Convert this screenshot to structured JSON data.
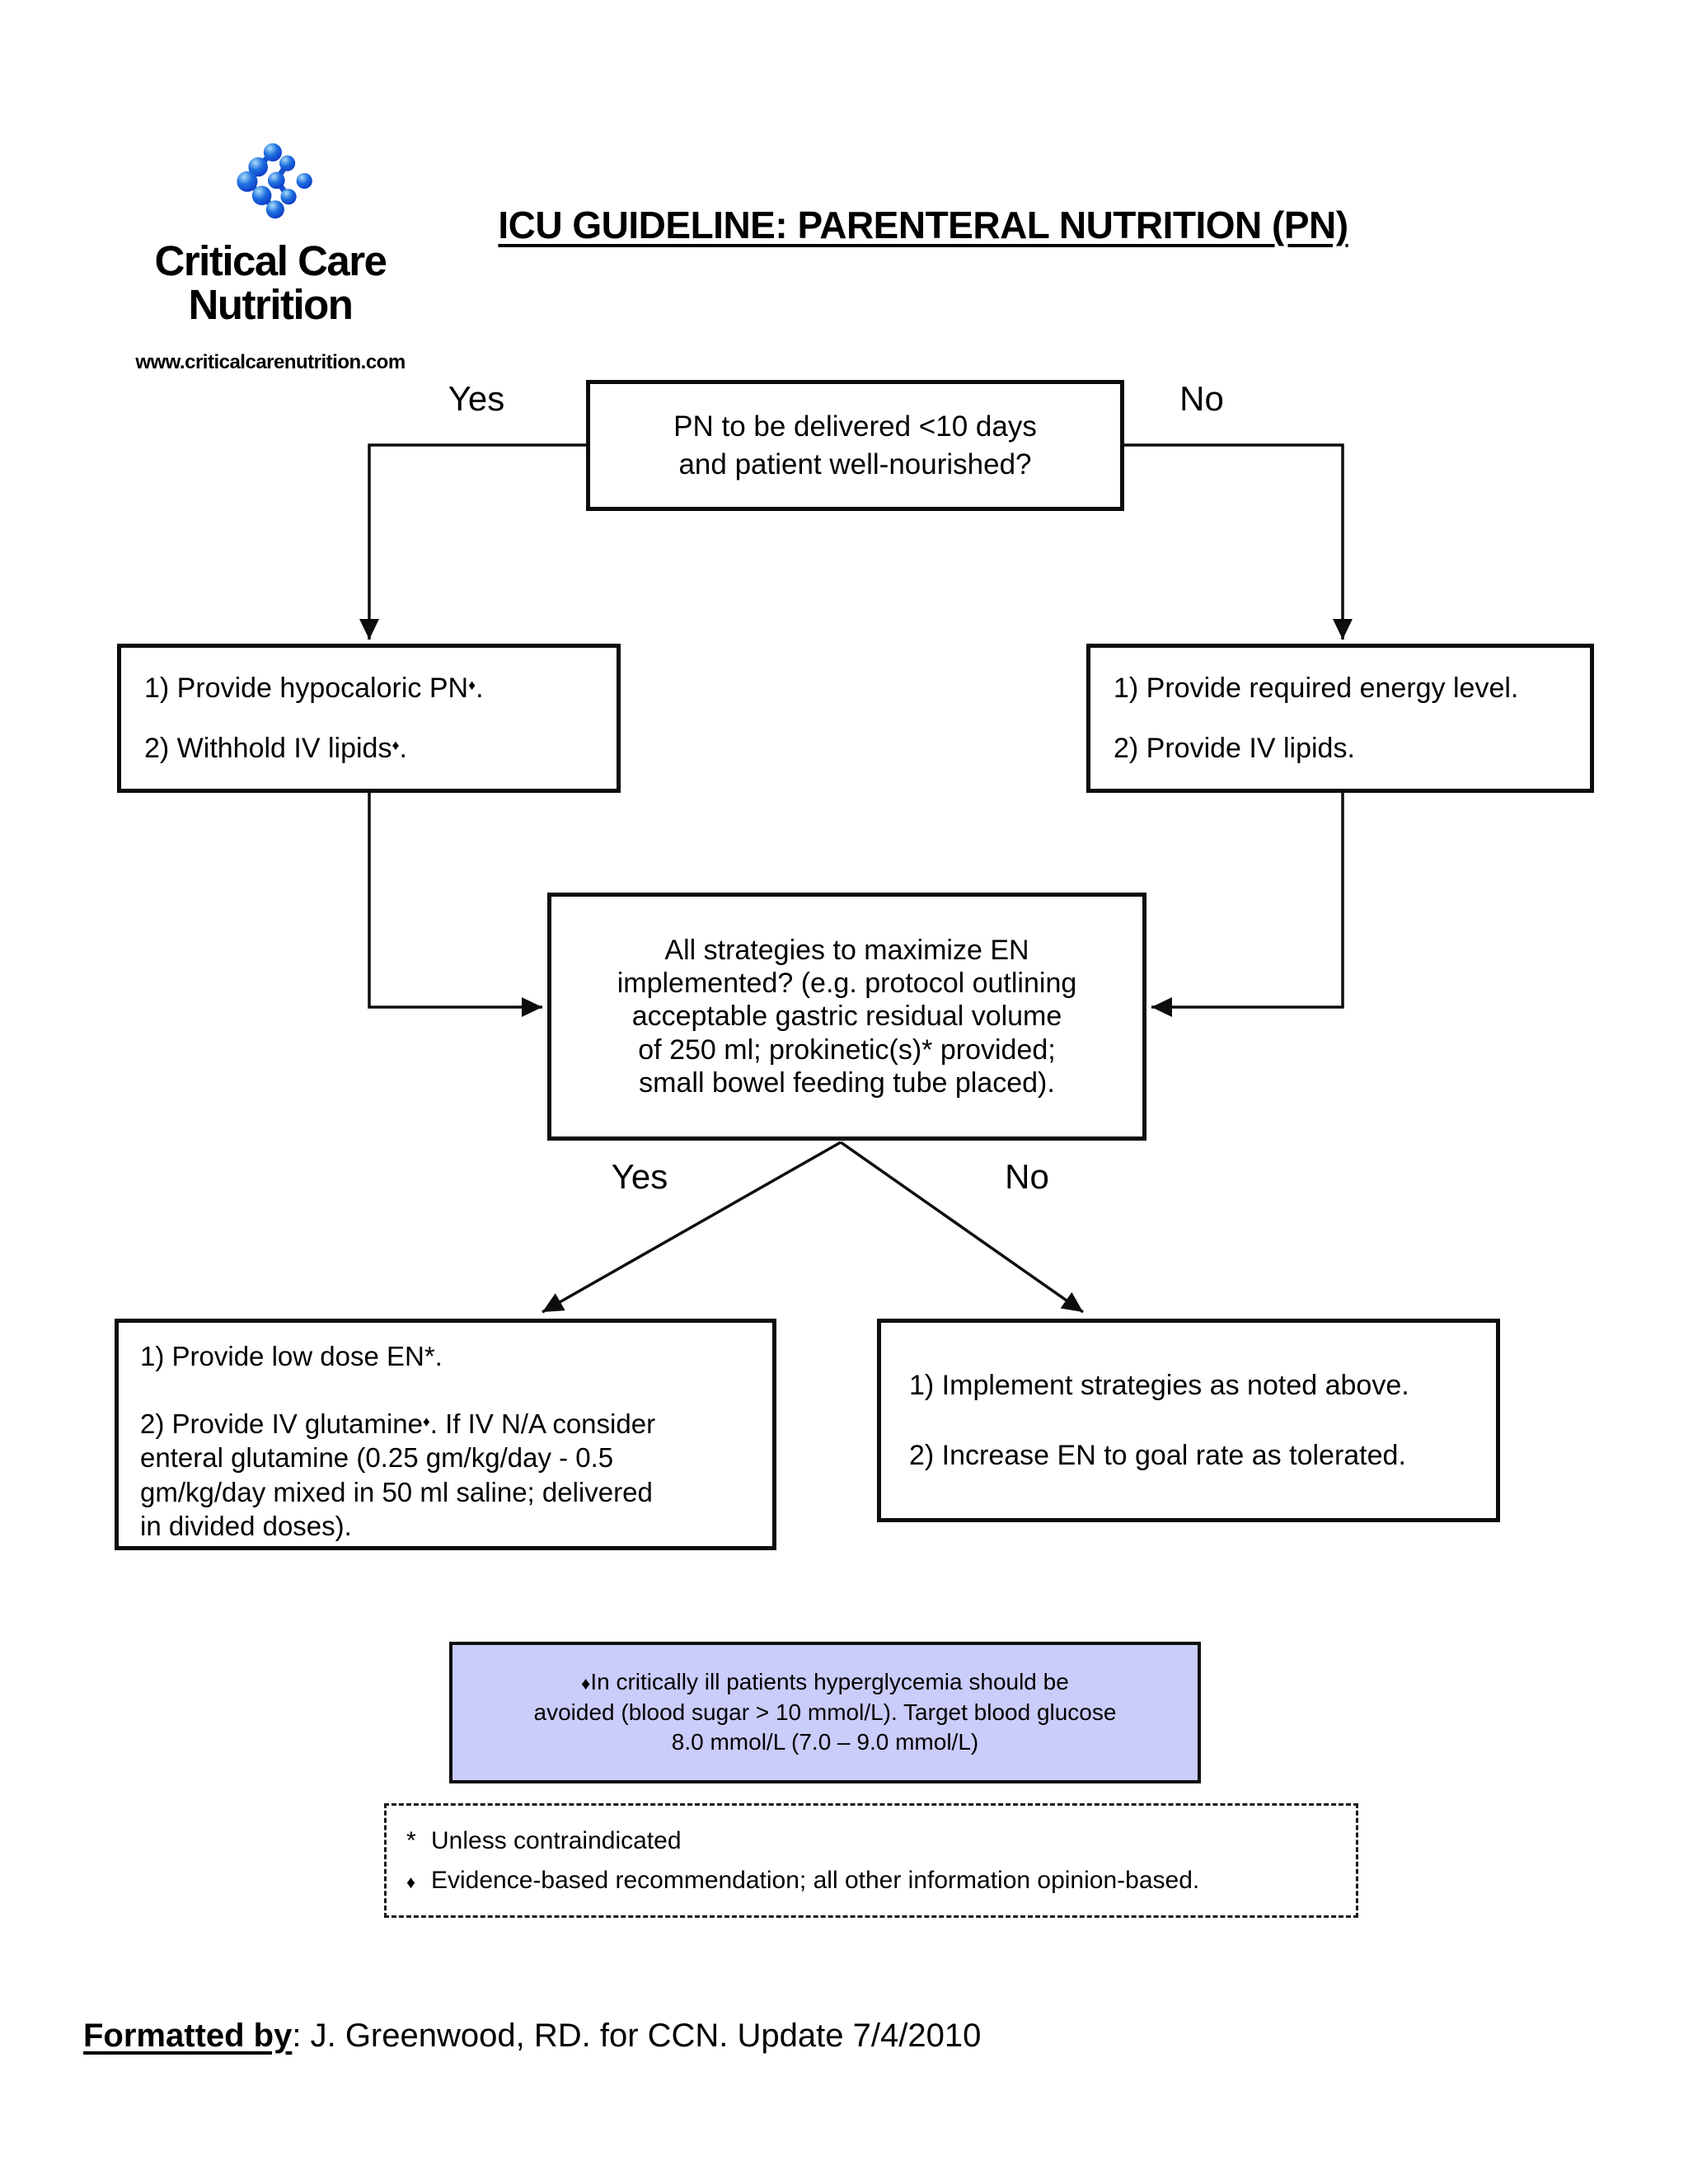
{
  "logo": {
    "icon": "ccn-metaball-chevrons-logo",
    "name_line1": "Critical Care",
    "name_line2": "Nutrition",
    "url": "www.criticalcarenutrition.com",
    "ball_dark": "#0a2ec0",
    "ball_mid": "#1e6fe0",
    "ball_light": "#a8dcf8"
  },
  "title": "ICU GUIDELINE: PARENTERAL NUTRITION (PN)",
  "flow": {
    "decision1": {
      "line1": "PN to be delivered <10 days",
      "line2": "and patient well-nourished?"
    },
    "branch1": {
      "yes": "Yes",
      "no": "No"
    },
    "yes_box": {
      "item1_pre": "1) Provide hypocaloric PN",
      "item1_sym": "♦",
      "item1_post": ".",
      "item2_pre": "2) Withhold IV lipids",
      "item2_sym": "♦",
      "item2_post": "."
    },
    "no_box": {
      "item1": "1) Provide required energy level.",
      "item2": "2) Provide IV lipids."
    },
    "decision2": {
      "line1": "All strategies to maximize EN",
      "line2": "implemented? (e.g. protocol outlining",
      "line3": "acceptable gastric residual volume",
      "line4": "of 250 ml; prokinetic(s)* provided;",
      "line5": "small bowel feeding tube placed)."
    },
    "branch2": {
      "yes": "Yes",
      "no": "No"
    },
    "en_box": {
      "item1": "1) Provide low dose EN*.",
      "item2_line1_pre": "2) Provide IV glutamine",
      "item2_sym": "♦",
      "item2_line1_post": ". If IV N/A consider",
      "item2_line2": "enteral glutamine (0.25 gm/kg/day - 0.5",
      "item2_line3": "gm/kg/day mixed in 50 ml saline; delivered",
      "item2_line4": "in divided doses)."
    },
    "strategies_box": {
      "item1": "1) Implement strategies as noted above.",
      "item2": "2) Increase EN to goal rate as tolerated."
    }
  },
  "note_glycemia": {
    "sym": "♦",
    "line1": "In critically ill patients hyperglycemia should be",
    "line2": "avoided (blood sugar > 10 mmol/L). Target blood glucose",
    "line3": "8.0 mmol/L (7.0 – 9.0 mmol/L)",
    "bg": "#caccfa"
  },
  "legend": {
    "item1_sym": "*",
    "item1_text": "Unless contraindicated",
    "item2_sym": "♦",
    "item2_text": "Evidence-based recommendation; all other information opinion-based."
  },
  "footer": {
    "label": "Formatted by",
    "text": ": J. Greenwood, RD. for CCN. Update 7/4/2010"
  }
}
